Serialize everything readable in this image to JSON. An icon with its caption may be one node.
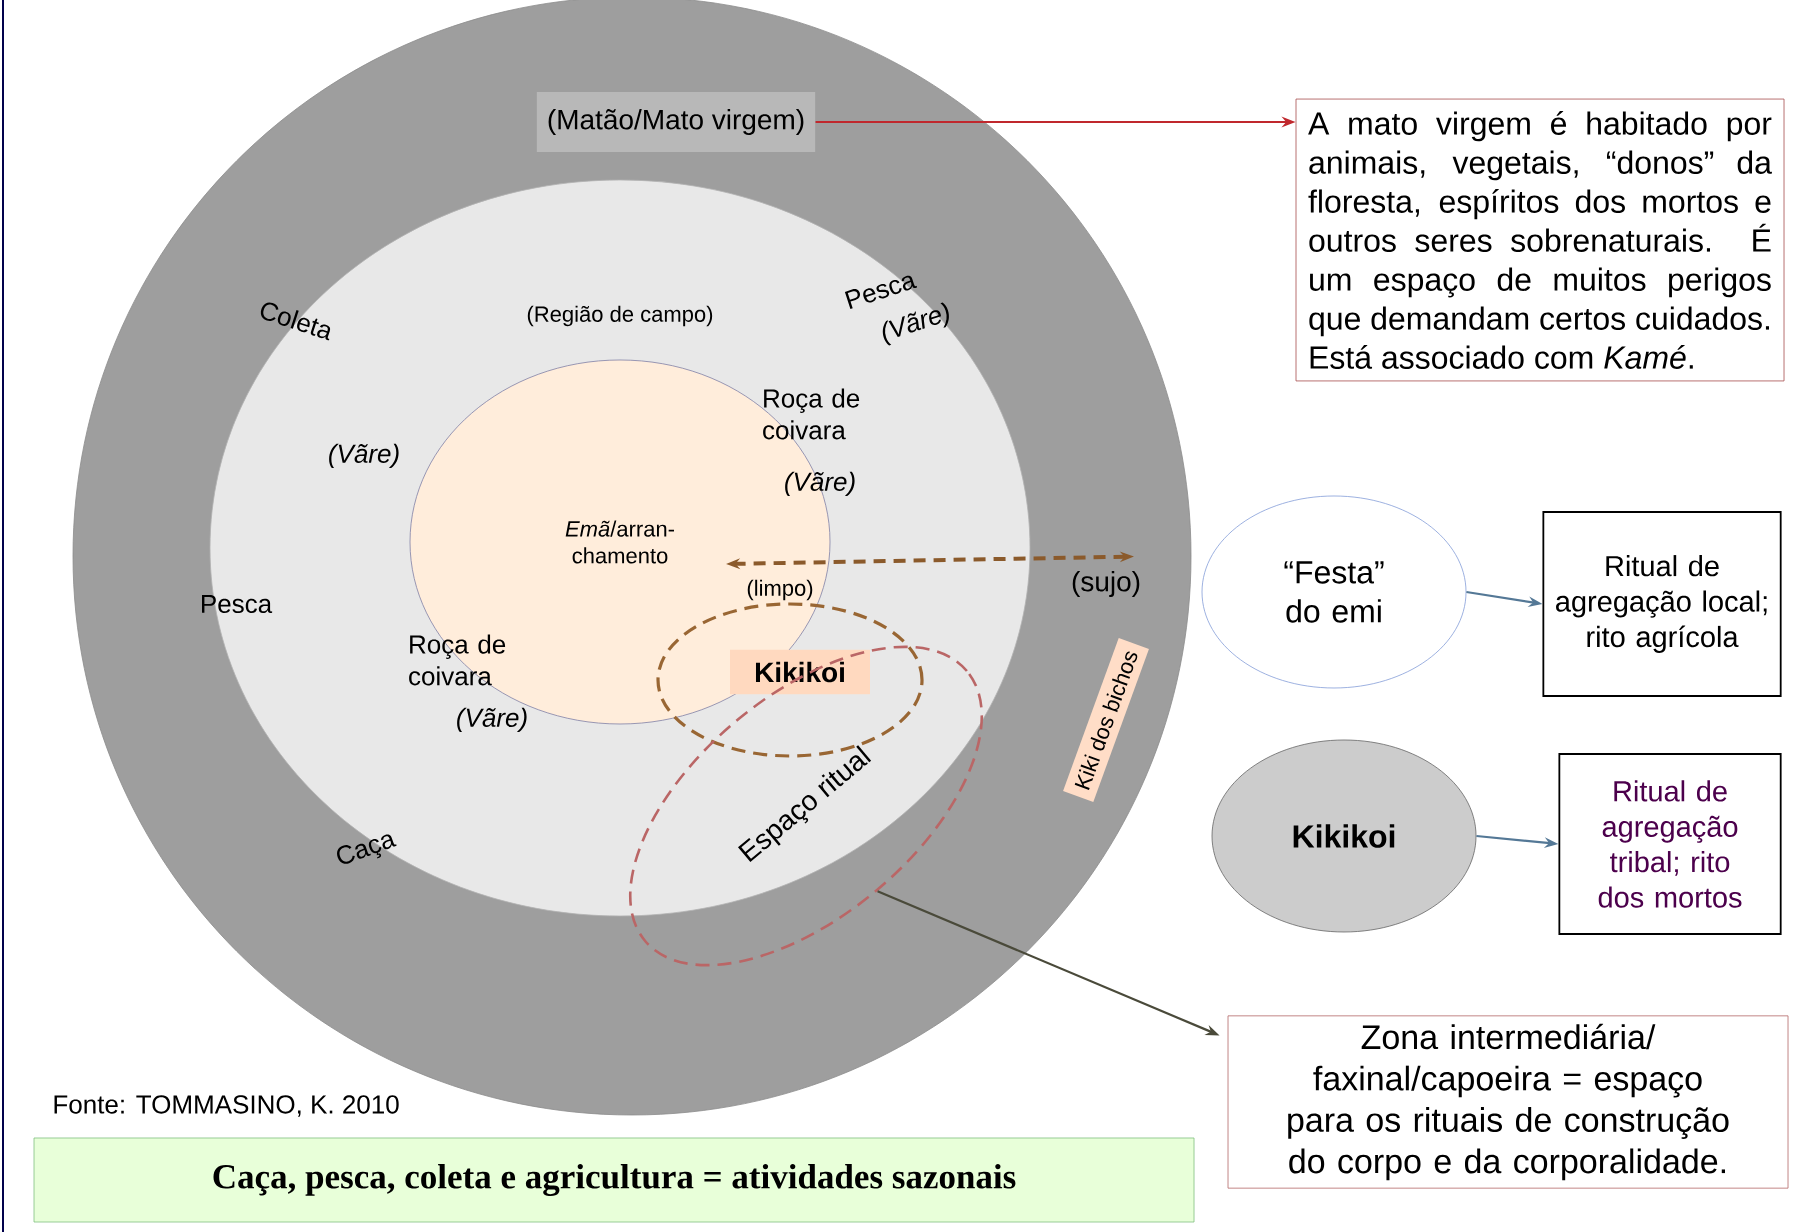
{
  "diagram": {
    "nodes": [
      {
        "text": [],
        "shape": "circle"
      },
      {
        "text": [
          "(Região de campo)"
        ],
        "in": 0
      },
      {
        "text": [
          "*Emã*/arran- chamento"
        ],
        "in": 1
      },
      {
        "text": [
          "(Matão/Mato virgem)"
        ],
        "in": 0
      },
      {
        "text": [
          "A mato virgem é habitado por animais, vegetais, “donos” da floresta, espíritos dos mortos e outros seres sobrenaturais. É um espaço de muitos perigos que demandam certos cuidados.",
          "Está associado com *Kamé*."
        ]
      },
      {
        "text": [],
        "shape": "ellipse",
        "in": 1
      },
      {
        "text": [
          "Kikikoi"
        ],
        "in": 5
      },
      {
        "text": [
          "Espaço ritual"
        ],
        "in": 0
      },
      {
        "text": [
          "Kiki dos bichos"
        ],
        "in": 0
      },
      {
        "text": [
          "“Festa” do emi"
        ]
      },
      {
        "text": [
          "Ritual de agregação local; rito agrícola"
        ]
      },
      {
        "text": [
          "Kikikoi"
        ]
      },
      {
        "text": [
          "Ritual de agregação tribal; rito dos mortos"
        ]
      },
      {
        "text": [
          "Zona intermediária/ faxinal/capoeira = espaço para os rituais de construção do corpo e da corporalidade."
        ]
      },
      {
        "text": [
          "Caça, pesca, coleta e agricultura = atividades sazonais"
        ]
      },
      {
        "text": [
          "(sujo)"
        ],
        "in": 0
      }
    ],
    "edges": [
      {
        "from": 3,
        "to": 4,
        "arrow": "to",
        "color": "#c0282d"
      },
      {
        "from": 9,
        "to": 10,
        "arrow": "to"
      },
      {
        "from": 11,
        "to": 12,
        "arrow": "to"
      },
      {
        "from": 7,
        "to": 13,
        "arrow": "to",
        "color": "#4a4a3a"
      },
      {
        "from": 15,
        "to": 2,
        "arrow": "both",
        "style": "dashed",
        "color": "#8b5a2b"
      }
    ],
    "labels": [
      "Coleta",
      "Pesca",
      "(Vãre)",
      "(Vãre)",
      "Roça de coivara",
      "(Vãre)",
      "(limpo)",
      "Pesca",
      "Roça de coivara",
      "(Vãre)",
      "Caça",
      "Fonte: TOMMASINO, K. 2010"
    ]
  }
}
